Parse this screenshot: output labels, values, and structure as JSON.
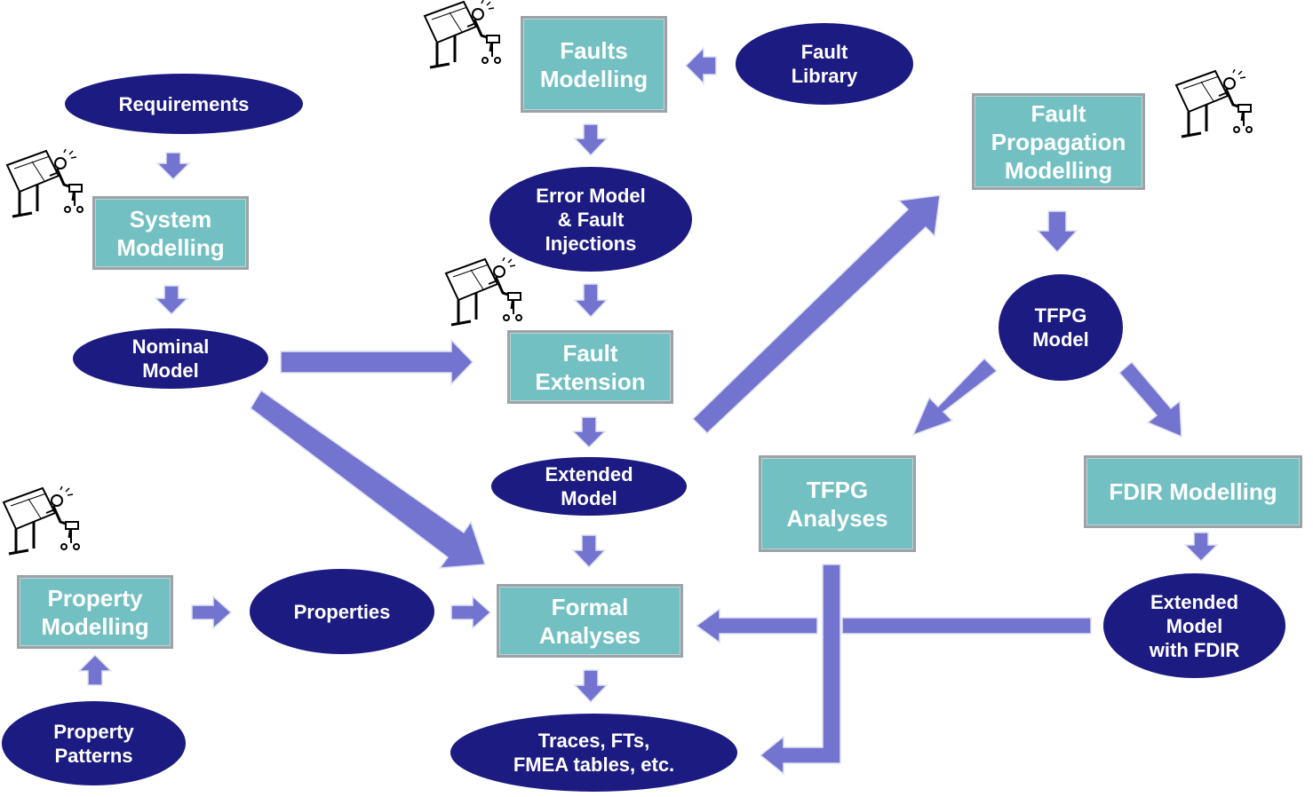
{
  "colors": {
    "ellipse_fill": "#1c1b82",
    "box_fill": "#73c0c3",
    "box_border": "#9aa3a8",
    "arrow_fill": "#7374d0",
    "text": "#ffffff"
  },
  "nodes": {
    "requirements": "Requirements",
    "system_modelling": "System\nModelling",
    "nominal_model": "Nominal\nModel",
    "faults_modelling": "Faults\nModelling",
    "fault_library": "Fault\nLibrary",
    "error_model": "Error Model\n& Fault\nInjections",
    "fault_extension": "Fault\nExtension",
    "extended_model": "Extended\nModel",
    "formal_analyses": "Formal\nAnalyses",
    "traces": "Traces, FTs,\nFMEA tables, etc.",
    "property_modelling": "Property\nModelling",
    "properties": "Properties",
    "property_patterns": "Property\nPatterns",
    "fault_propagation_modelling": "Fault\nPropagation\nModelling",
    "tfpg_model": "TFPG\nModel",
    "tfpg_analyses": "TFPG\nAnalyses",
    "fdir_modelling": "FDIR Modelling",
    "extended_model_fdir": "Extended\nModel\nwith FDIR"
  },
  "icons": [
    "drafting-table-icon"
  ]
}
